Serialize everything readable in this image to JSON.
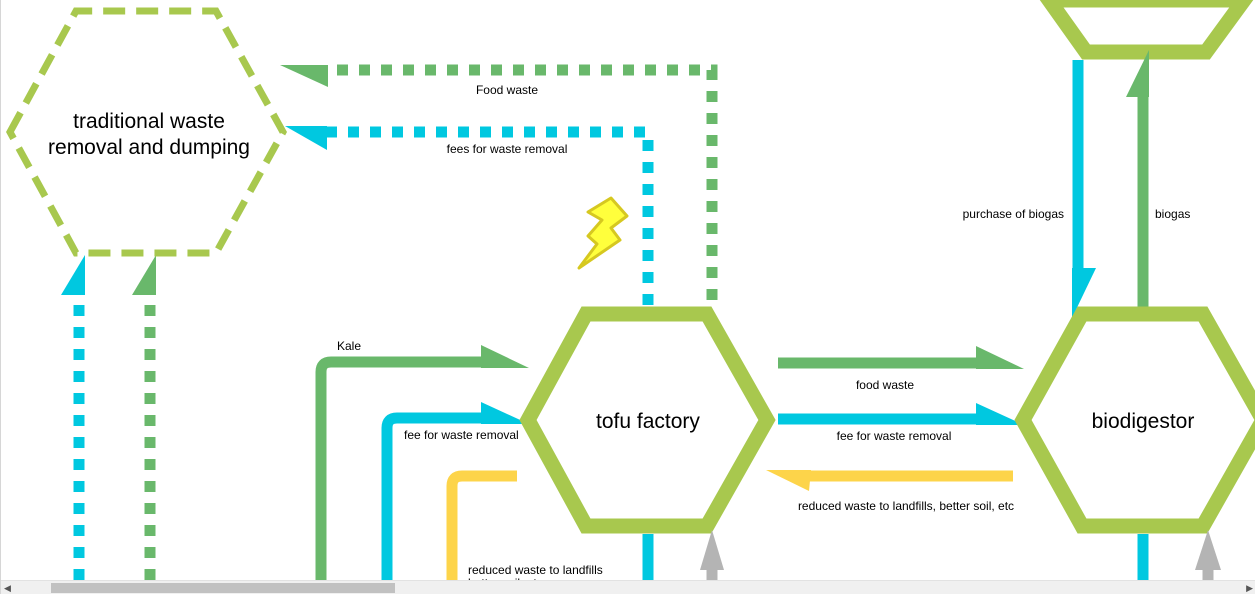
{
  "colors": {
    "node_outline": "#a8c84e",
    "food_flow": "#69b86b",
    "money_flow": "#00c8e0",
    "benefit_flow": "#fdd44a",
    "inactive_flow": "#b4b4b4",
    "lightning": "#ffff3c"
  },
  "nodes": {
    "traditional": {
      "label_line1": "traditional waste",
      "label_line2": "removal and dumping"
    },
    "tofu": {
      "label": "tofu factory"
    },
    "biodigestor": {
      "label": "biodigestor"
    }
  },
  "flows": {
    "food_waste_to_dump": "Food waste",
    "fees_waste_removal_dump": "fees for waste removal",
    "kale": "Kale",
    "fee_waste_removal_in": "fee for waste removal",
    "reduced_waste_landfills_line1": "reduced waste to landfills",
    "reduced_waste_landfills_line2": "better soil, etc",
    "food_waste_to_bio": "food waste",
    "fee_waste_removal_bio": "fee for waste removal",
    "reduced_waste_bio": "reduced waste to landfills, better soil, etc",
    "purchase_biogas": "purchase of biogas",
    "biogas": "biogas"
  },
  "icons": {
    "lightning": "lightning-icon"
  },
  "scrollbar": {
    "left_arrow": "◀",
    "right_arrow": "▶"
  }
}
